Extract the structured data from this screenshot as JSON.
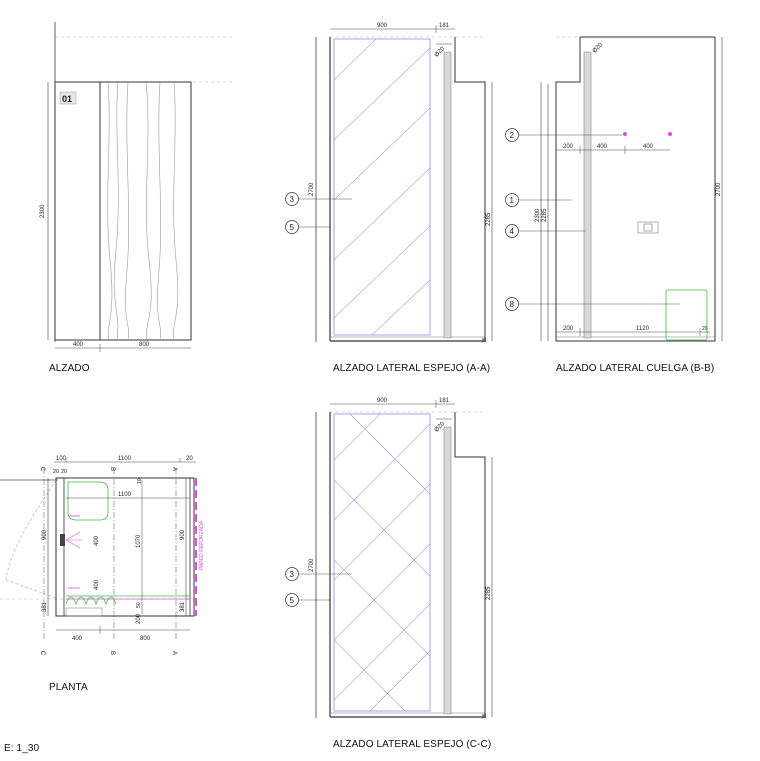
{
  "titles": {
    "alzado": "ALZADO",
    "espejo_aa": "ALZADO LATERAL ESPEJO (A-A)",
    "cuelga_bb": "ALZADO LATERAL CUELGA (B-B)",
    "planta": "PLANTA",
    "espejo_cc": "ALZADO LATERAL ESPEJO (C-C)",
    "scale": "E: 1_30"
  },
  "alzado": {
    "tag": "01",
    "height": "2300",
    "widths": [
      "400",
      "800"
    ]
  },
  "espejo_aa": {
    "top": [
      "900",
      "181"
    ],
    "tube": "Ø20",
    "height": "2700",
    "height_inner": "2285",
    "base": "15",
    "callouts": [
      "3",
      "5"
    ]
  },
  "cuelga_bb": {
    "tube": "Ø20",
    "height": "2700",
    "heights_left": [
      "2300",
      "2285"
    ],
    "mid": [
      "200",
      "400",
      "400"
    ],
    "bottom": [
      "200",
      "1120",
      "20"
    ],
    "callouts": [
      "2",
      "1",
      "4",
      "8"
    ]
  },
  "planta": {
    "top": [
      "100",
      "1100",
      "20"
    ],
    "small": [
      "20",
      "20"
    ],
    "inner": "1100",
    "small_vertical": "10",
    "vertical": [
      "900",
      "1070",
      "900"
    ],
    "vertical_low": [
      "381",
      "200",
      "50",
      "381"
    ],
    "inner_vertical": [
      "400",
      "400"
    ],
    "bottom": [
      "400",
      "800"
    ],
    "section_letters": [
      "C",
      "B",
      "A",
      "C",
      "B",
      "A"
    ],
    "wall_label": "PARED REFORZADA"
  },
  "espejo_cc": {
    "top": [
      "900",
      "181"
    ],
    "tube": "Ø20",
    "height": "2700",
    "height_inner": "2285",
    "base": "15",
    "callouts": [
      "3",
      "5"
    ]
  }
}
